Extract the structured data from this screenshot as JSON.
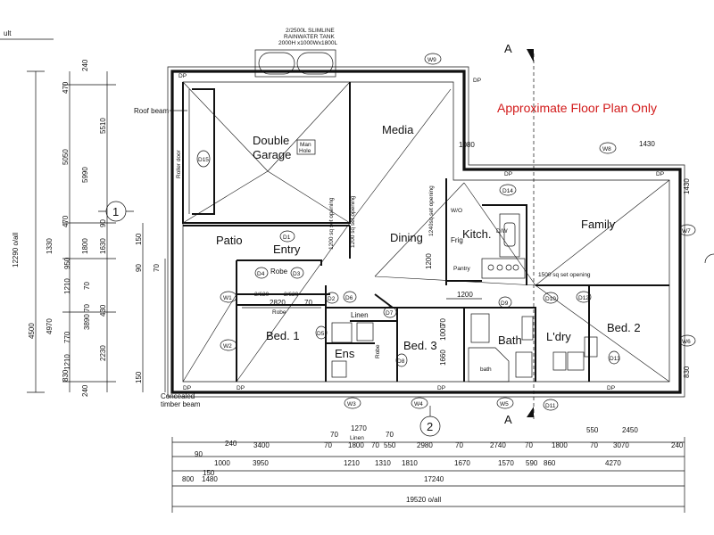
{
  "title_note": "Approximate Floor Plan Only",
  "header_text": "ult",
  "tank_label": [
    "2/2500L SLIMLINE",
    "RAINWATER TANK",
    "2000H x1000Wx1800L"
  ],
  "rooms": {
    "garage": [
      "Double",
      "Garage"
    ],
    "man_hole": [
      "Man",
      "Hole"
    ],
    "media": "Media",
    "family": "Family",
    "patio": "Patio",
    "entry": "Entry",
    "dining": "Dining",
    "kitchen": "Kitch.",
    "bed1": "Bed. 1",
    "bed2": "Bed. 2",
    "bed3": "Bed. 3",
    "bath": "Bath",
    "laundry": "L'dry",
    "ensuite": "Ens",
    "linen": "Linen",
    "robe": "Robe",
    "frig": "Frig",
    "pantry": "Pantry",
    "wo": "W/O",
    "dw": "D/W",
    "bath_tub": "bath"
  },
  "labels": {
    "roof_beam": "Roof beam",
    "roller_door": "Roller door",
    "concealed_beam": [
      "Concealed",
      "timber beam"
    ],
    "section_a": "A",
    "grid_1": "1",
    "grid_2": "2",
    "dp": "DP"
  },
  "windows": [
    "W9",
    "W8",
    "W7",
    "W6",
    "W5",
    "W4",
    "W3",
    "W2",
    "W1"
  ],
  "doors": [
    "D15",
    "D14",
    "D1",
    "D4",
    "D3",
    "D2",
    "D6",
    "D7",
    "D5",
    "D8",
    "D9",
    "D10",
    "D12",
    "D13",
    "D11"
  ],
  "dims_left_outer": [
    "240",
    "5990",
    "1800",
    "4500",
    "240"
  ],
  "dims_left_total": "12290 o/all",
  "dims_left_mid": [
    "470",
    "5050",
    "470",
    "1330",
    "4970",
    "830"
  ],
  "dims_left_inner": [
    "5510",
    "90",
    "1630",
    "150",
    "1210",
    "950",
    "70",
    "3890",
    "1210",
    "150",
    "90",
    "770",
    "70",
    "430",
    "2230",
    "70"
  ],
  "dims_bottom_row1": [
    "70",
    "1270",
    "70",
    "240",
    "3400",
    "70",
    "1800",
    "70",
    "550",
    "2980",
    "70",
    "2740",
    "70",
    "1800",
    "70",
    "3070",
    "550",
    "2450",
    "240"
  ],
  "dims_bottom_row2": [
    "90",
    "1000",
    "3950",
    "1210",
    "1310",
    "1810",
    "1670",
    "1570",
    "590",
    "860",
    "4270"
  ],
  "dims_bottom_row3": [
    "800",
    "150",
    "1480",
    "17240"
  ],
  "dims_overall": "19520 o/all",
  "dims_interior": [
    "2820",
    "70",
    "1200",
    "1200",
    "1660",
    "70",
    "1000",
    "1430",
    "1430",
    "830",
    "1080",
    "2/620",
    "2/620",
    "1500 sq set opening",
    "1240sq set opening",
    "1200 sq set opening",
    "1200 sq set opening"
  ]
}
